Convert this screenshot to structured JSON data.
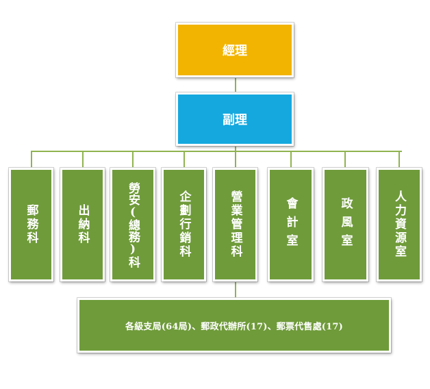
{
  "nodes": {
    "manager": "經理",
    "deputy": "副理",
    "departments": [
      "郵務科",
      "出納科",
      "勞安(總務)科",
      "企劃行銷科",
      "營業管理科",
      "會計室",
      "政風室",
      "人力資源室"
    ],
    "branches": "各級支局(64局)、郵政代辦所(17)、郵票代售處(17)"
  },
  "colors": {
    "manager": "#f2b400",
    "deputy": "#15a8df",
    "departments": "#6f9b3a",
    "connector": "#8fb34e"
  }
}
